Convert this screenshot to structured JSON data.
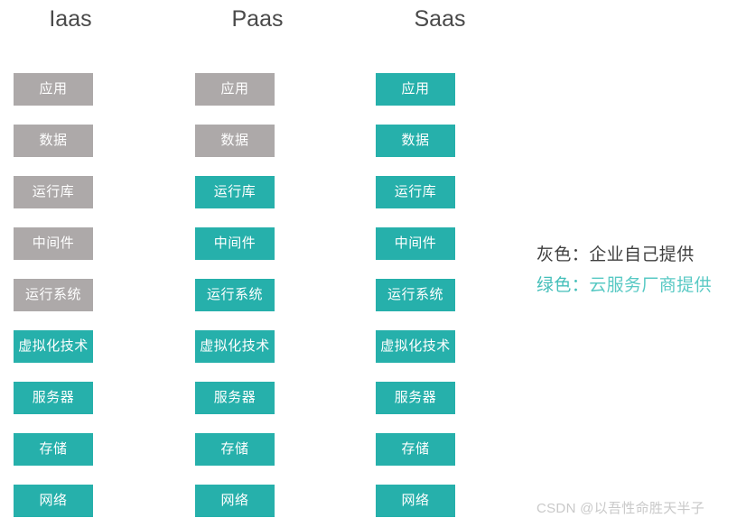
{
  "colors": {
    "gray_layer": "#ada9a9",
    "green_layer": "#26b0ab",
    "header_text": "#4a4a4a",
    "box_text": "#ffffff",
    "legend_gray_text": "#3f3f3f",
    "legend_green_text": "#45bfba",
    "watermark_text": "#c9c9c9",
    "background": "#ffffff"
  },
  "columns": [
    {
      "id": "iaas",
      "header": "Iaas",
      "layers": [
        {
          "label": "应用",
          "color": "gray"
        },
        {
          "label": "数据",
          "color": "gray"
        },
        {
          "label": "运行库",
          "color": "gray"
        },
        {
          "label": "中间件",
          "color": "gray"
        },
        {
          "label": "运行系统",
          "color": "gray"
        },
        {
          "label": "虚拟化技术",
          "color": "green"
        },
        {
          "label": "服务器",
          "color": "green"
        },
        {
          "label": "存储",
          "color": "green"
        },
        {
          "label": "网络",
          "color": "green"
        }
      ]
    },
    {
      "id": "paas",
      "header": "Paas",
      "layers": [
        {
          "label": "应用",
          "color": "gray"
        },
        {
          "label": "数据",
          "color": "gray"
        },
        {
          "label": "运行库",
          "color": "green"
        },
        {
          "label": "中间件",
          "color": "green"
        },
        {
          "label": "运行系统",
          "color": "green"
        },
        {
          "label": "虚拟化技术",
          "color": "green"
        },
        {
          "label": "服务器",
          "color": "green"
        },
        {
          "label": "存储",
          "color": "green"
        },
        {
          "label": "网络",
          "color": "green"
        }
      ]
    },
    {
      "id": "saas",
      "header": "Saas",
      "layers": [
        {
          "label": "应用",
          "color": "green"
        },
        {
          "label": "数据",
          "color": "green"
        },
        {
          "label": "运行库",
          "color": "green"
        },
        {
          "label": "中间件",
          "color": "green"
        },
        {
          "label": "运行系统",
          "color": "green"
        },
        {
          "label": "虚拟化技术",
          "color": "green"
        },
        {
          "label": "服务器",
          "color": "green"
        },
        {
          "label": "存储",
          "color": "green"
        },
        {
          "label": "网络",
          "color": "green"
        }
      ]
    }
  ],
  "legend": [
    {
      "key": "灰色：",
      "value": "企业自己提供",
      "color": "gray"
    },
    {
      "key": "绿色：",
      "value": "云服务厂商提供",
      "color": "green"
    }
  ],
  "watermark": "CSDN @以吾性命胜天半子"
}
